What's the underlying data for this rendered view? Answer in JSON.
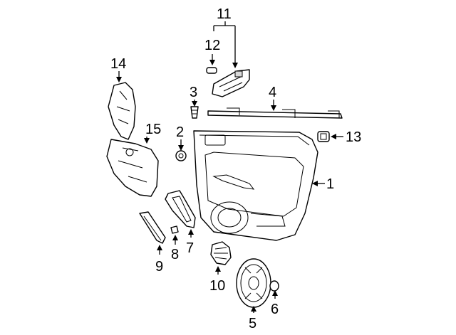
{
  "diagram": {
    "callouts": [
      {
        "id": "door-trim-panel",
        "label": "1"
      },
      {
        "id": "push-pin",
        "label": "2"
      },
      {
        "id": "clip",
        "label": "3"
      },
      {
        "id": "weatherstrip",
        "label": "4"
      },
      {
        "id": "speaker",
        "label": "5"
      },
      {
        "id": "plug",
        "label": "6"
      },
      {
        "id": "pull-handle",
        "label": "7"
      },
      {
        "id": "screw",
        "label": "8"
      },
      {
        "id": "trim-cover",
        "label": "9"
      },
      {
        "id": "grille",
        "label": "10"
      },
      {
        "id": "switch-assembly",
        "label": "11"
      },
      {
        "id": "bulb",
        "label": "12"
      },
      {
        "id": "stopper",
        "label": "13"
      },
      {
        "id": "upper-insulator",
        "label": "14"
      },
      {
        "id": "lower-insulator",
        "label": "15"
      }
    ]
  }
}
